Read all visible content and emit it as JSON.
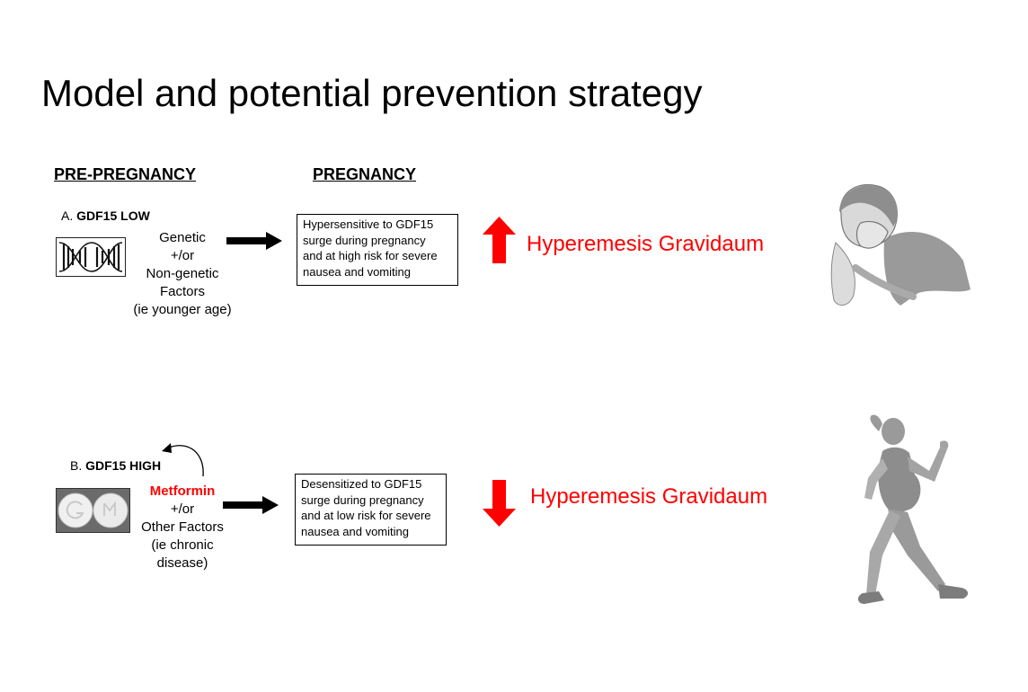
{
  "title": "Model and potential prevention strategy",
  "columns": {
    "pre_pregnancy": "PRE-PREGNANCY",
    "pregnancy": "PREGNANCY"
  },
  "row_a": {
    "prefix": "A.",
    "label": "GDF15 LOW",
    "factors": [
      "Genetic",
      "+/or",
      "Non-genetic",
      "Factors",
      "(ie younger age)"
    ],
    "box_lines": [
      "Hypersensitive to GDF15",
      "surge during pregnancy",
      "and at high risk for severe",
      "nausea and vomiting"
    ],
    "outcome": "Hyperemesis Gravidaum",
    "outcome_direction": "up",
    "icon": "dna-icon",
    "illustration": "nauseous-woman-icon"
  },
  "row_b": {
    "prefix": "B.",
    "label": "GDF15 HIGH",
    "highlight": "Metformin",
    "factors": [
      "+/or",
      "Other Factors",
      "(ie chronic",
      "disease)"
    ],
    "box_lines": [
      "Desensitized to GDF15",
      "surge during pregnancy",
      "and at low risk for severe",
      "nausea and vomiting"
    ],
    "outcome": "Hyperemesis Gravidaum",
    "outcome_direction": "down",
    "icon": "pill-icon",
    "illustration": "walking-pregnant-woman-icon"
  },
  "colors": {
    "accent": "#ff0000",
    "text": "#000000",
    "figure": "#9a9a9a"
  }
}
